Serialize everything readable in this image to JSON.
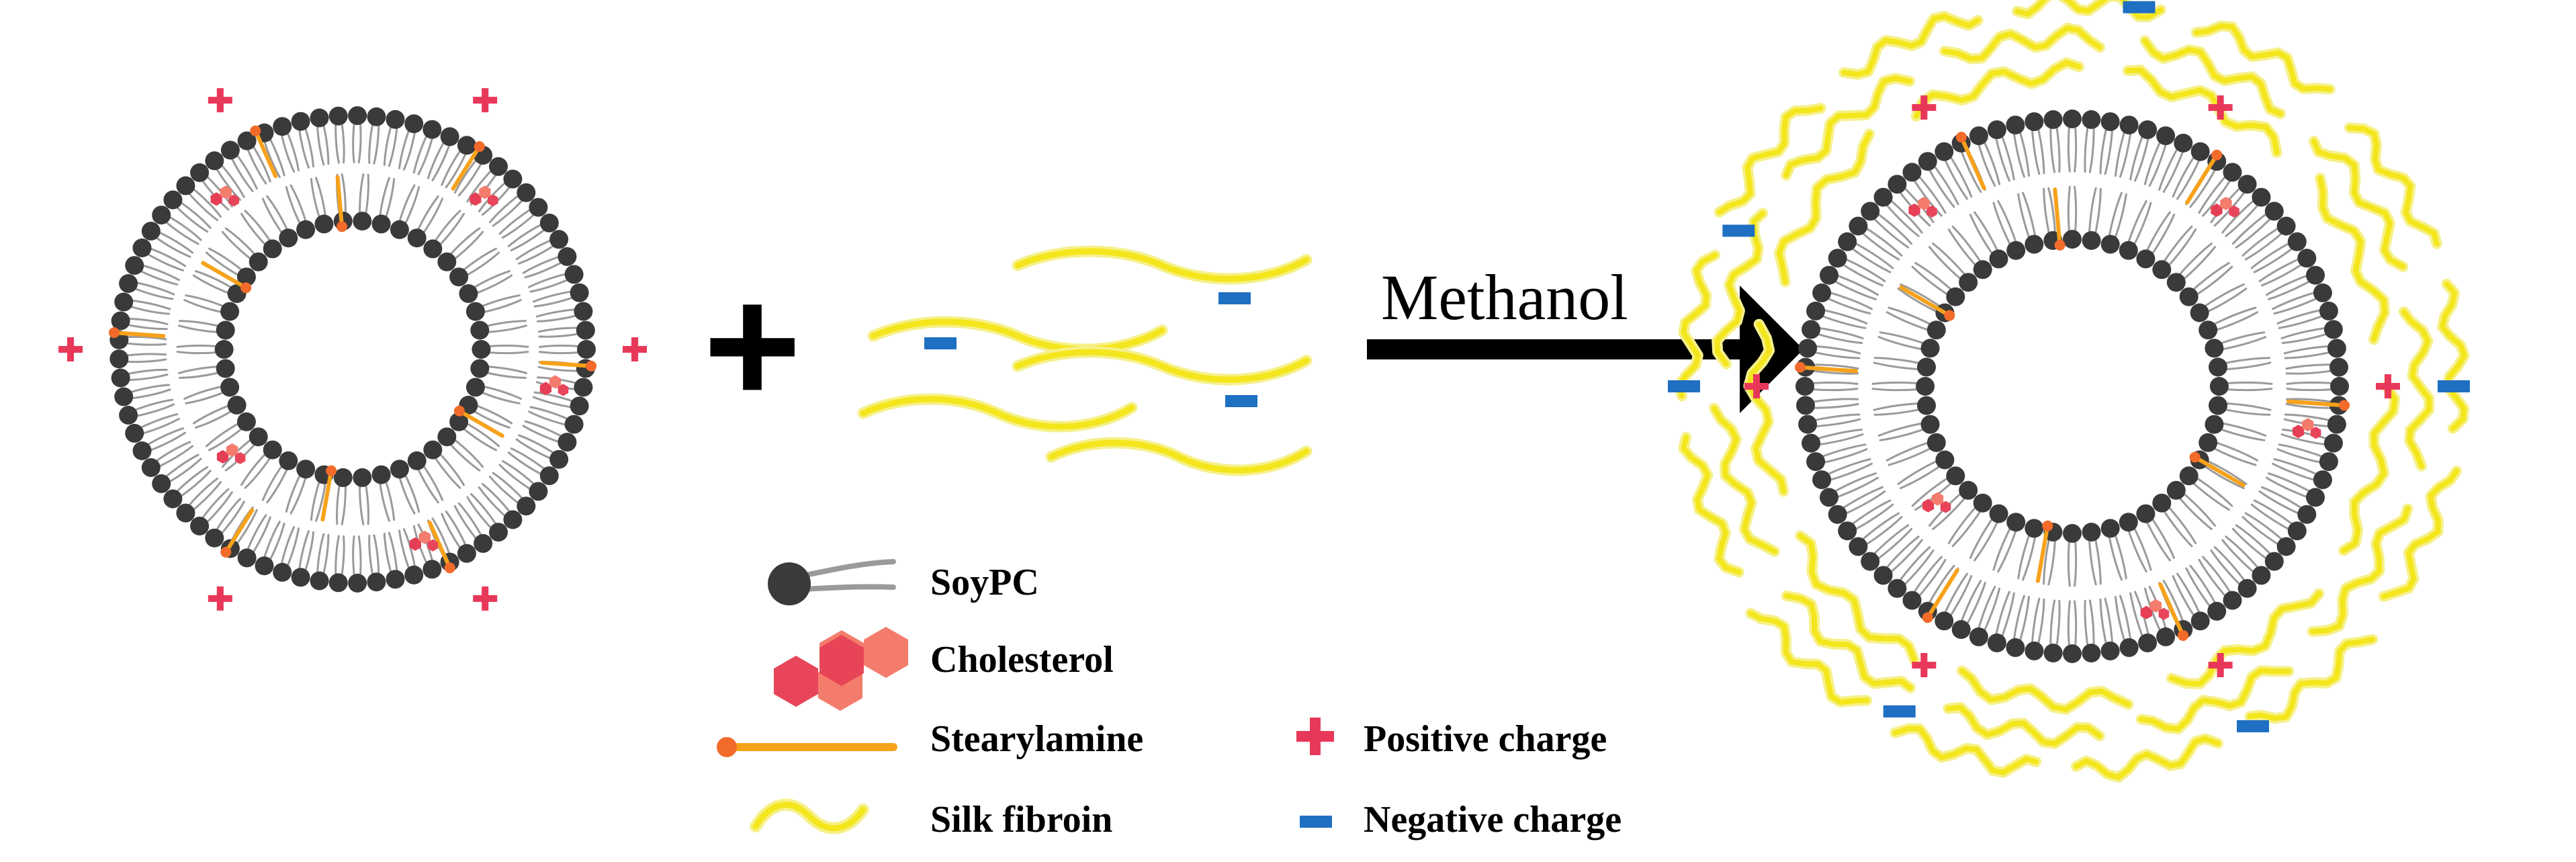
{
  "arrow": {
    "label": "Methanol"
  },
  "legend": {
    "soypc": "SoyPC",
    "cholesterol": "Cholesterol",
    "stearylamine": "Stearylamine",
    "silk_fibroin": "Silk fibroin",
    "positive_charge": "Positive charge",
    "negative_charge": "Negative charge"
  },
  "colors": {
    "head": "#3a3a3a",
    "tail": "#9a9a9a",
    "stearylamine": "#f7a21b",
    "stearylamine_head": "#f26b2a",
    "cholesterol": [
      "#e63f55",
      "#e8455b",
      "#f47c6c"
    ],
    "positive": "#e8385a",
    "negative": "#1f6fc3",
    "silk": "#f4e61c",
    "silk_glow": "#f6f08a"
  }
}
